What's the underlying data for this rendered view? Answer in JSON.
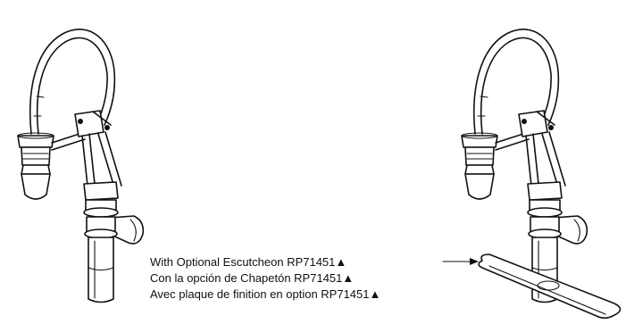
{
  "callout": {
    "lines": [
      "With Optional Escutcheon RP71451▲",
      "Con la opción de Chapetón RP71451▲",
      "Avec plaque de finition en option RP71451▲"
    ]
  }
}
